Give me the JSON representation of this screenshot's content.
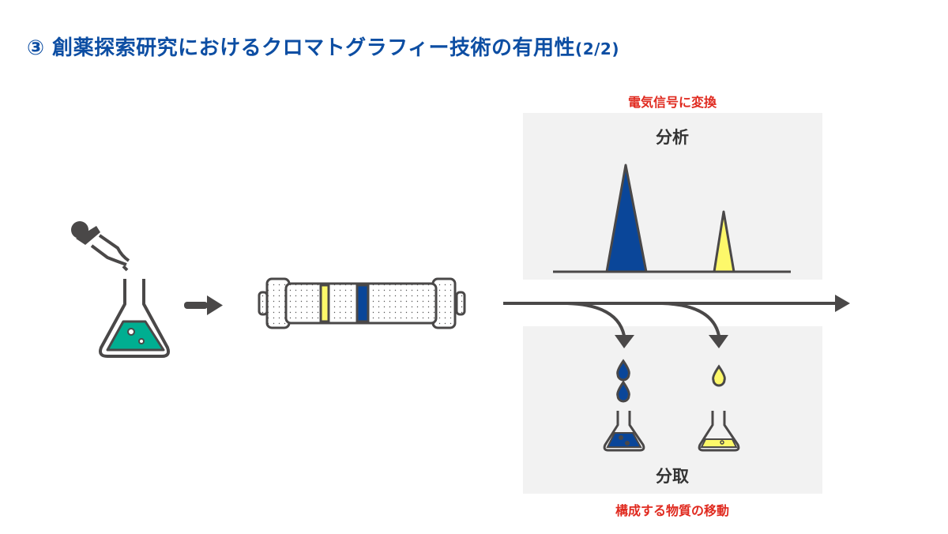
{
  "title": {
    "main": "③ 創薬探索研究におけるクロマトグラフィー技術の有用性",
    "suffix": "(2/2)"
  },
  "analysis": {
    "caption": "電気信号に変換",
    "label": "分析"
  },
  "fractionation": {
    "label": "分取",
    "caption": "構成する物質の移動"
  },
  "colors": {
    "title": "#0d4ea3",
    "accent_red": "#e02a1f",
    "blue": "#0a4699",
    "yellow": "#fdf86a",
    "teal": "#00ae91",
    "stroke": "#4a4848",
    "panel": "#f2f2f2"
  }
}
